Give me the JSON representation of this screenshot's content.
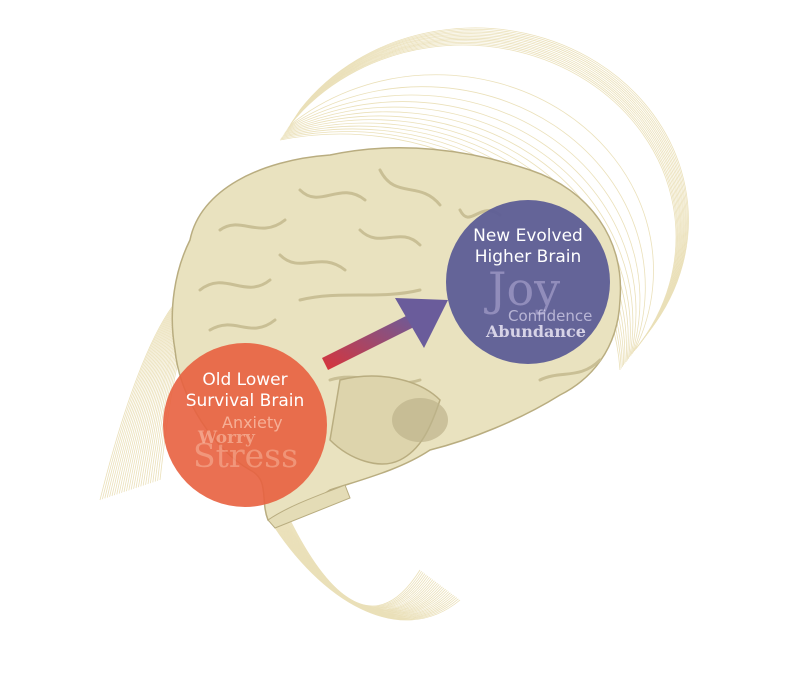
{
  "colors": {
    "brain": "#e9e2bf",
    "brain_shade": "#c9bf95",
    "old_brain_circle": "#e8603f",
    "new_brain_circle": "#5d5d96",
    "arrow_start": "#d9343a",
    "arrow_end": "#6a5c9b",
    "wave_lines": "#e6d9a8"
  },
  "old_brain": {
    "title_line1": "Old Lower",
    "title_line2": "Survival Brain",
    "words": [
      "Anxiety",
      "Worry",
      "Stress"
    ]
  },
  "new_brain": {
    "title_line1": "New Evolved",
    "title_line2": "Higher Brain",
    "words": [
      "Joy",
      "Confidence",
      "Abundance"
    ]
  }
}
